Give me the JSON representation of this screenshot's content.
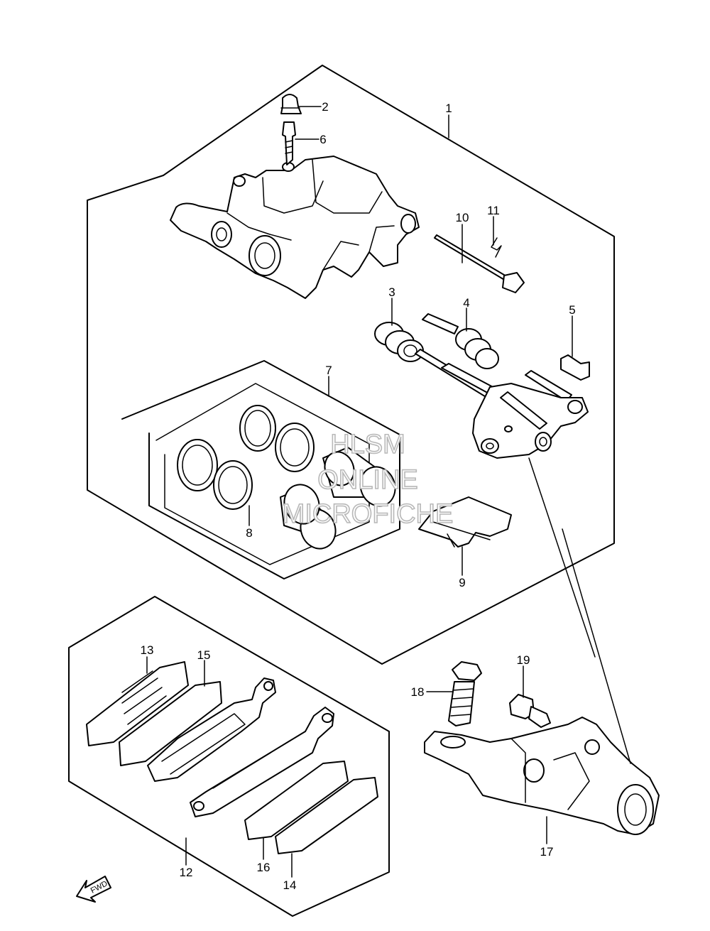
{
  "labels": [
    "1",
    "2",
    "3",
    "4",
    "5",
    "6",
    "7",
    "8",
    "9",
    "10",
    "11",
    "12",
    "13",
    "14",
    "15",
    "16",
    "17",
    "18",
    "19"
  ],
  "watermark": {
    "line1": "HLSM",
    "line2": "ONLINE",
    "line3": "MICROFICHE"
  },
  "fwd_text": "FWD"
}
